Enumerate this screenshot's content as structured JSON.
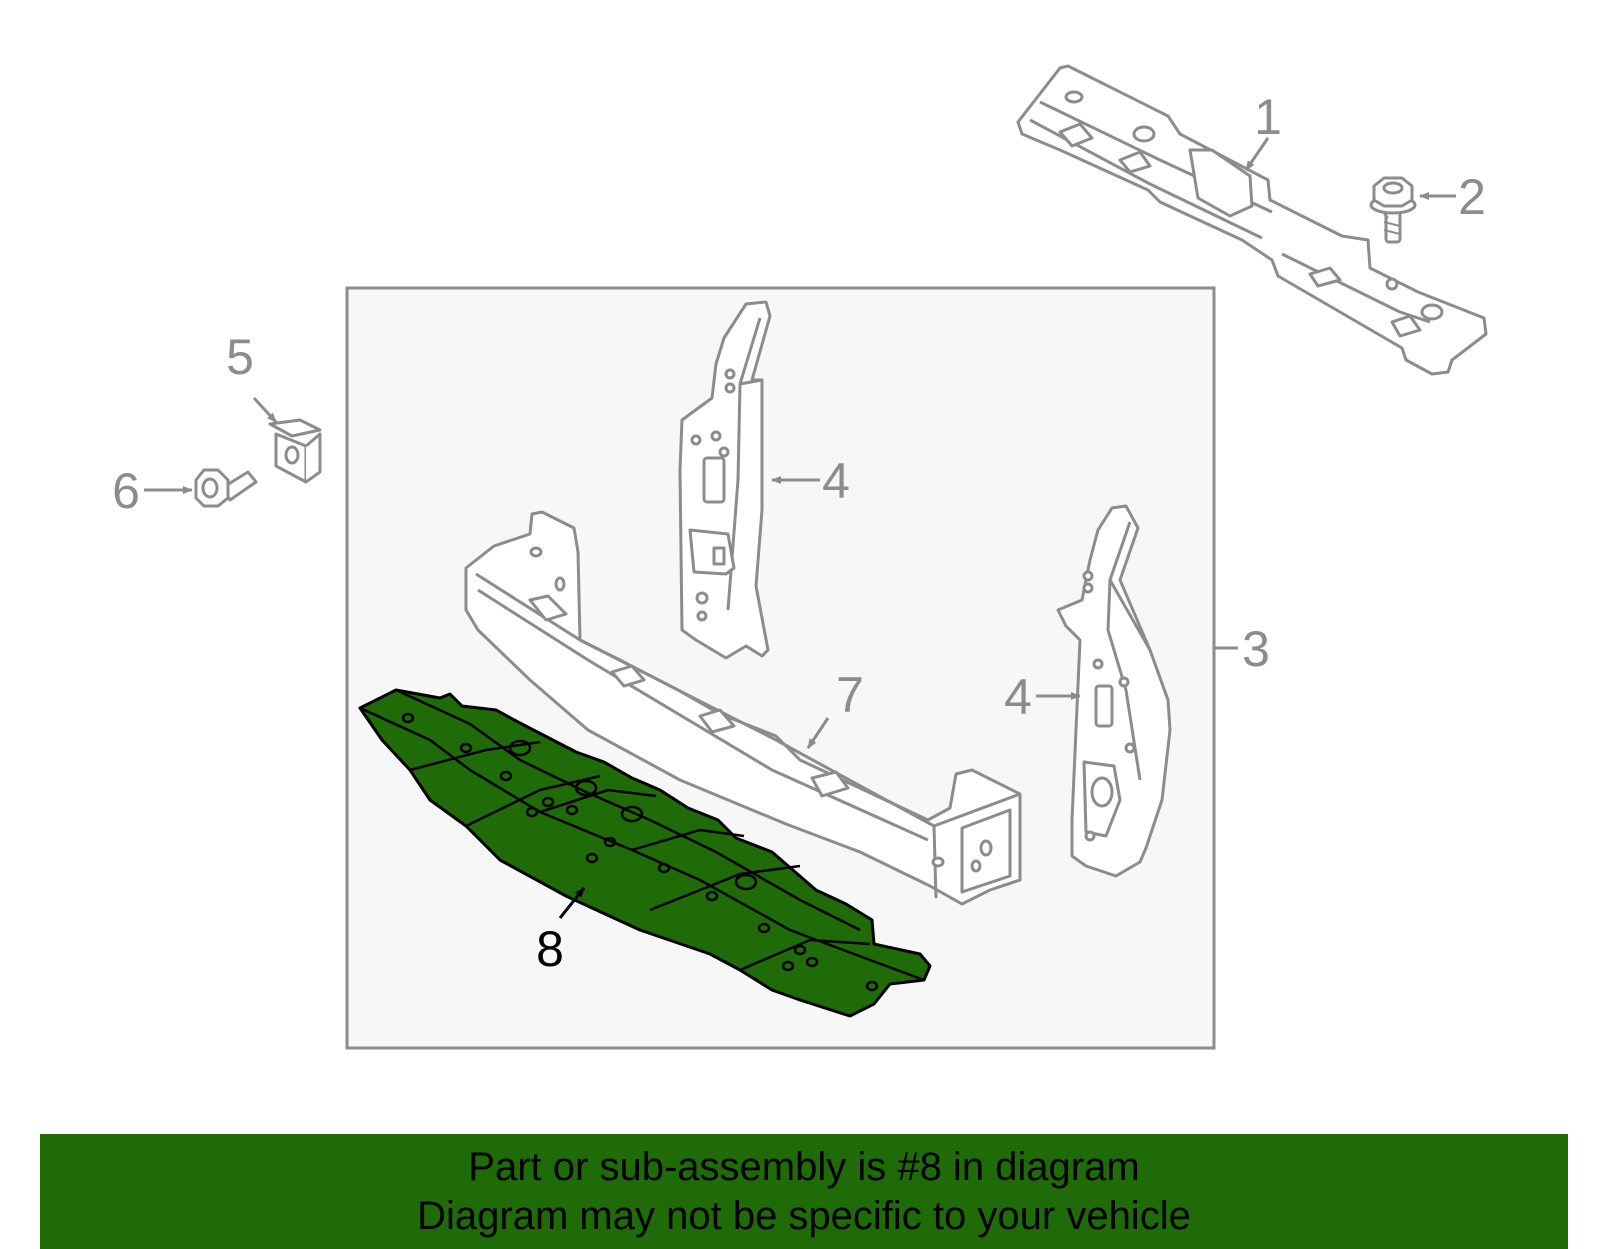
{
  "callouts": {
    "c1": "1",
    "c2": "2",
    "c3": "3",
    "c4a": "4",
    "c4b": "4",
    "c5": "5",
    "c6": "6",
    "c7": "7",
    "c8": "8"
  },
  "banner": {
    "line1": "Part or sub-assembly is #8 in diagram",
    "line2": "Diagram may not be specific to your vehicle"
  },
  "colors": {
    "highlight": "#1f6b08",
    "line": "#8c8c8c",
    "subassembly_box_fill": "#f7f7f7"
  },
  "icons": {
    "part1": "upper-tie-bar-icon",
    "part2": "bolt-icon",
    "part4": "side-support-bracket-icon",
    "part5": "clip-nut-icon",
    "part6": "bolt-icon",
    "part7": "lower-tie-bar-icon",
    "part8": "air-deflector-icon"
  }
}
